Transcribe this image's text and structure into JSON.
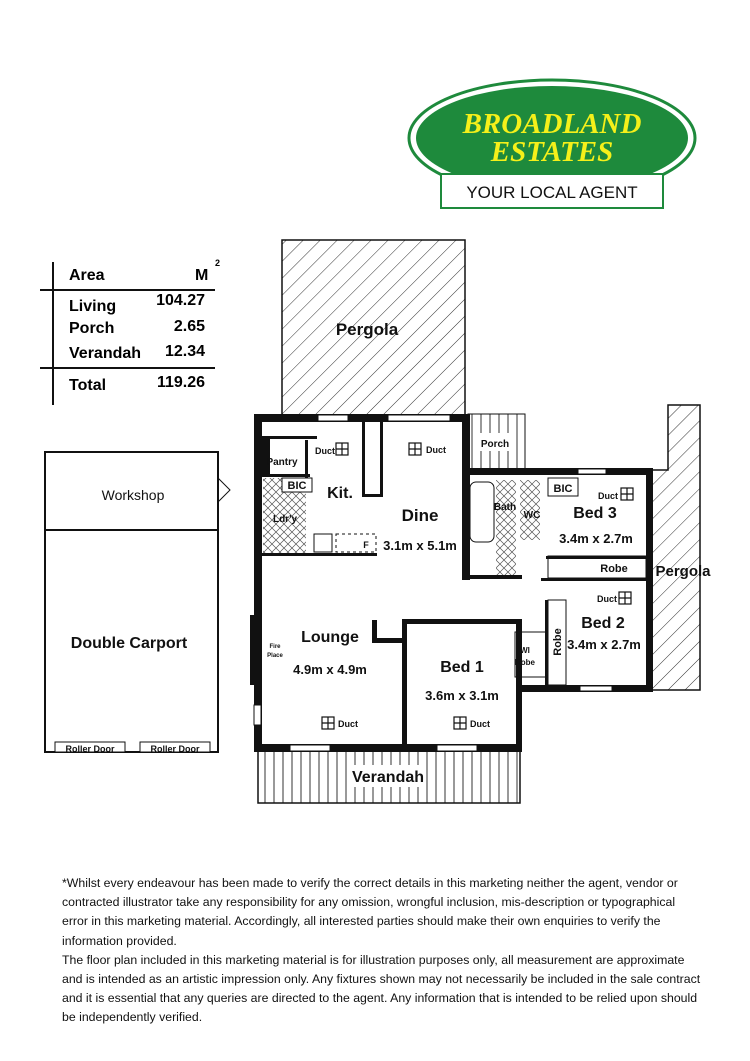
{
  "logo": {
    "line1": "BROADLAND",
    "line2": "ESTATES",
    "tagline": "YOUR LOCAL AGENT",
    "colors": {
      "green": "#1e8a3c",
      "yellow": "#f5f01a",
      "border": "#1e8a3c"
    }
  },
  "area_table": {
    "header_label": "Area",
    "header_unit": "M",
    "header_unit_sup": "2",
    "rows": [
      {
        "label": "Living",
        "value": "104.27"
      },
      {
        "label": "Porch",
        "value": "2.65"
      },
      {
        "label": "Verandah",
        "value": "12.34"
      }
    ],
    "total_label": "Total",
    "total_value": "119.26"
  },
  "rooms": {
    "pergola_top": "Pergola",
    "pergola_right": "Pergola",
    "workshop": "Workshop",
    "carport": "Double Carport",
    "roller_door_1": "Roller Door",
    "roller_door_2": "Roller Door",
    "pantry": "Pantry",
    "kit": "Kit.",
    "bic_kit": "BIC",
    "laundry": "Ldr'y",
    "dine": "Dine",
    "dine_size": "3.1m x 5.1m",
    "fridge": "F",
    "porch": "Porch",
    "bath": "Bath",
    "wc": "WC",
    "bic_bed3": "BIC",
    "bed3": "Bed 3",
    "bed3_size": "3.4m x 2.7m",
    "robe_bed3": "Robe",
    "bed2": "Bed 2",
    "bed2_size": "3.4m x 2.7m",
    "robe_bed2": "Robe",
    "lounge": "Lounge",
    "lounge_size": "4.9m x 4.9m",
    "fire_place_1": "Fire",
    "fire_place_2": "Place",
    "bed1": "Bed 1",
    "bed1_size": "3.6m x 3.1m",
    "wi_robe_1": "WI",
    "wi_robe_2": "Robe",
    "verandah": "Verandah",
    "duct": "Duct"
  },
  "disclaimer": {
    "p1": "*Whilst every endeavour has been made to verify the correct details in this marketing neither the agent, vendor or contracted illustrator take any responsibility for any omission, wrongful inclusion, mis-description or typographical error in this marketing material. Accordingly, all interested parties should make their own enquiries to verify the information provided.",
    "p2": "The floor plan included in this marketing material is for illustration purposes only, all measurement are approximate and is intended as an artistic impression only. Any fixtures shown may not necessarily be included in the sale contract and it is essential that any queries are directed to the agent. Any information that is intended to be relied upon should be independently verified."
  }
}
